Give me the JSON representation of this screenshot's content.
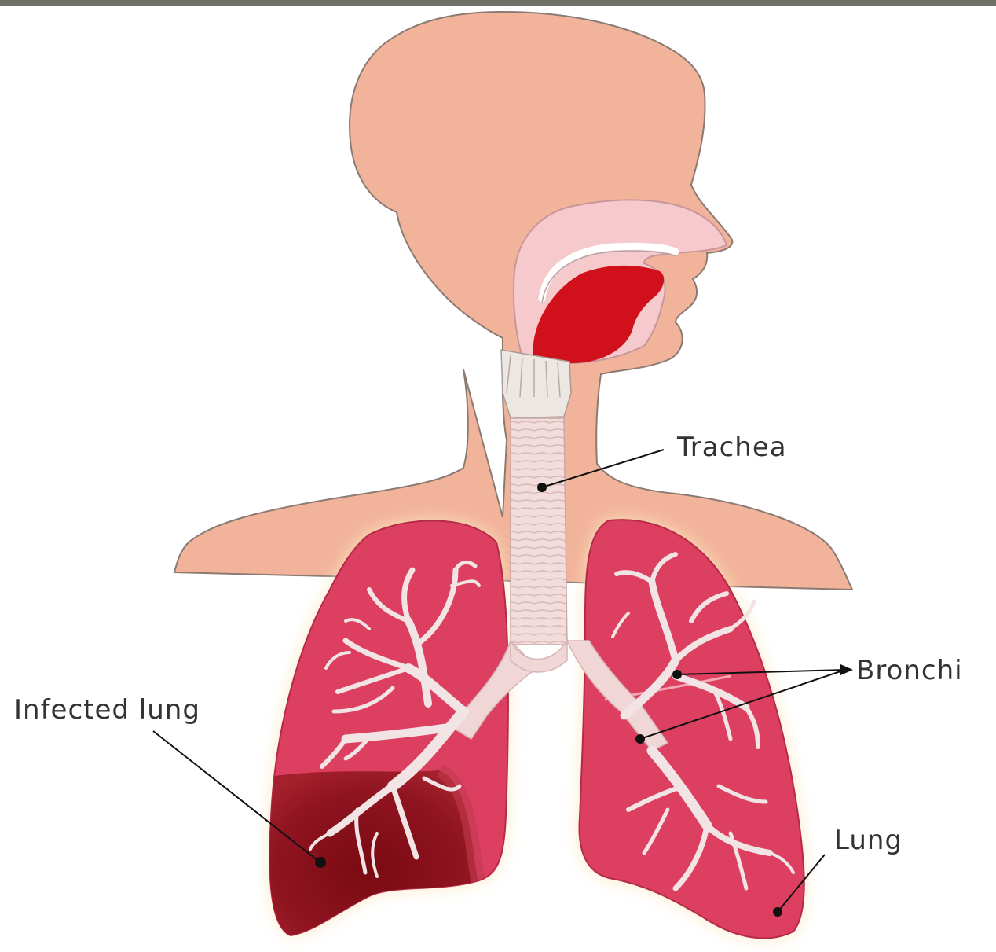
{
  "labels": {
    "trachea": "Trachea",
    "bronchi": "Bronchi",
    "infected_lung": "Infected lung",
    "lung": "Lung"
  },
  "colors": {
    "skin": "#f2b39b",
    "skin_outline": "#8a7a72",
    "lung": "#dc3f5f",
    "lung_outline": "#b52a48",
    "lung_glow": "#fbe7c0",
    "infected": "#8a0f19",
    "airway": "#f0d6d6",
    "mouth_cavity": "#f6c9cc",
    "tongue": "#d0111c",
    "top_bar": "#707066",
    "text": "#333333"
  }
}
